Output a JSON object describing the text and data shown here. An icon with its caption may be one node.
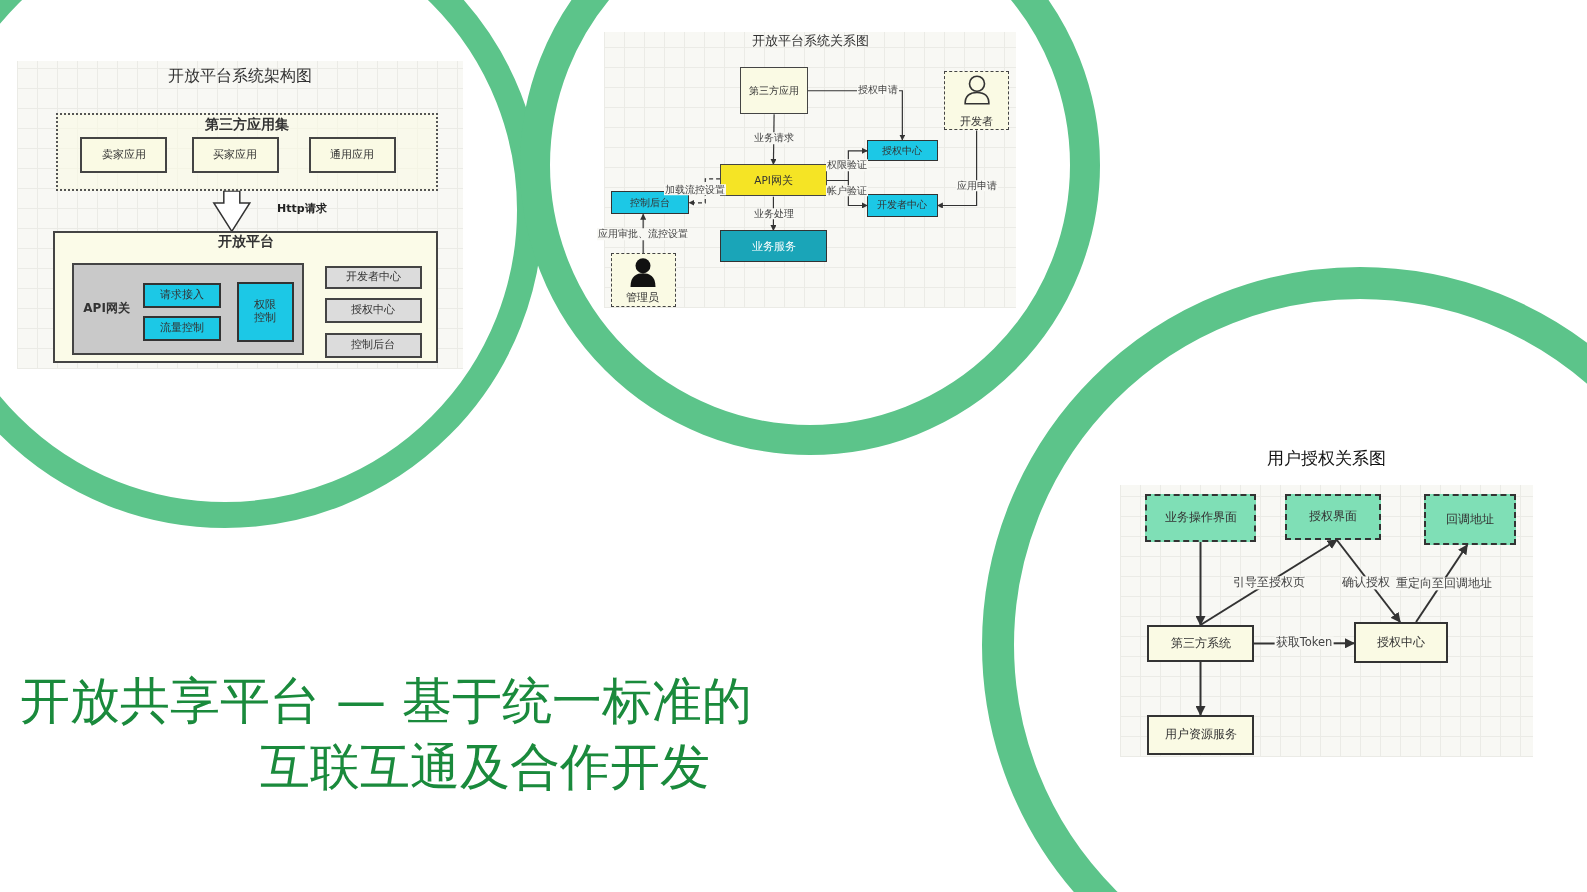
{
  "diagram": {
    "title": "开放共享平台 — 基于统一标准的互联互通及合作开发",
    "nodes": [
      {
        "text": [
          "开放平台系统架构图"
        ]
      },
      {
        "text": [
          "第三方应用集"
        ],
        "in": 0
      },
      {
        "text": [
          "卖家应用"
        ],
        "in": 1
      },
      {
        "text": [
          "买家应用"
        ],
        "in": 1
      },
      {
        "text": [
          "通用应用"
        ],
        "in": 1
      },
      {
        "text": [
          "开放平台"
        ],
        "in": 0
      },
      {
        "text": [
          "API网关"
        ],
        "in": 5
      },
      {
        "text": [
          "请求接入"
        ],
        "in": 6
      },
      {
        "text": [
          "流量控制"
        ],
        "in": 6
      },
      {
        "text": [
          "权限控制"
        ],
        "in": 6
      },
      {
        "text": [
          "开发者中心"
        ],
        "in": 5
      },
      {
        "text": [
          "授权中心"
        ],
        "in": 5
      },
      {
        "text": [
          "控制后台"
        ],
        "in": 5
      },
      {
        "text": [
          "开放平台系统关系图"
        ]
      },
      {
        "text": [
          "第三方应用"
        ],
        "in": 13
      },
      {
        "text": [
          "开发者"
        ],
        "in": 13
      },
      {
        "text": [
          "授权中心"
        ],
        "in": 13
      },
      {
        "text": [
          "API网关"
        ],
        "in": 13
      },
      {
        "text": [
          "控制后台"
        ],
        "in": 13
      },
      {
        "text": [
          "开发者中心"
        ],
        "in": 13
      },
      {
        "text": [
          "业务服务"
        ],
        "in": 13
      },
      {
        "text": [
          "管理员"
        ],
        "in": 13
      },
      {
        "text": [
          "用户授权关系图"
        ]
      },
      {
        "text": [
          "业务操作界面"
        ],
        "in": 22
      },
      {
        "text": [
          "授权界面"
        ],
        "in": 22
      },
      {
        "text": [
          "回调地址"
        ],
        "in": 22
      },
      {
        "text": [
          "第三方系统"
        ],
        "in": 22
      },
      {
        "text": [
          "授权中心"
        ],
        "in": 22
      },
      {
        "text": [
          "用户资源服务"
        ],
        "in": 22
      }
    ],
    "edges": [
      {
        "from": 1,
        "to": 5,
        "arrow": "to",
        "label": "Http请求"
      },
      {
        "from": 14,
        "to": 16,
        "arrow": "to",
        "label": "授权申请"
      },
      {
        "from": 14,
        "to": 17,
        "arrow": "to",
        "label": "业务请求"
      },
      {
        "from": 17,
        "to": 16,
        "arrow": "to",
        "label": "权限验证"
      },
      {
        "from": 17,
        "to": 19,
        "arrow": "to",
        "label": "帐户验证"
      },
      {
        "from": 17,
        "to": 18,
        "arrow": "to",
        "label": "加载流控设置",
        "style": "dashed"
      },
      {
        "from": 17,
        "to": 20,
        "arrow": "to",
        "label": "业务处理"
      },
      {
        "from": 15,
        "to": 19,
        "arrow": "to",
        "label": "应用申请"
      },
      {
        "from": 21,
        "to": 18,
        "arrow": "to",
        "label": "应用审批、流控设置"
      },
      {
        "from": 23,
        "to": 26,
        "arrow": "to"
      },
      {
        "from": 26,
        "to": 24,
        "arrow": "to",
        "label": "引导至授权页"
      },
      {
        "from": 24,
        "to": 27,
        "arrow": "to",
        "label": "确认授权"
      },
      {
        "from": 27,
        "to": 25,
        "arrow": "to",
        "label": "重定向至回调地址"
      },
      {
        "from": 26,
        "to": 27,
        "arrow": "to",
        "label": "获取Token"
      },
      {
        "from": 26,
        "to": 28,
        "arrow": "to"
      }
    ]
  }
}
